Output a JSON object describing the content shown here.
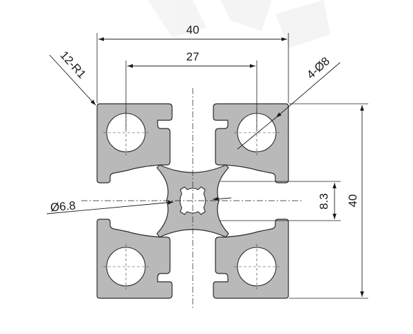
{
  "drawing": {
    "dimensions": {
      "overall_width": "40",
      "hole_spacing": "27",
      "overall_height": "40",
      "slot_width": "8.3",
      "corner_radius": "12-R1",
      "corner_holes": "4-Ø8",
      "center_bore": "Ø6.8"
    },
    "colors": {
      "profile_fill": "#b9b9b9",
      "outline": "#2a2a2a",
      "dimension": "#1a1a1a"
    }
  }
}
